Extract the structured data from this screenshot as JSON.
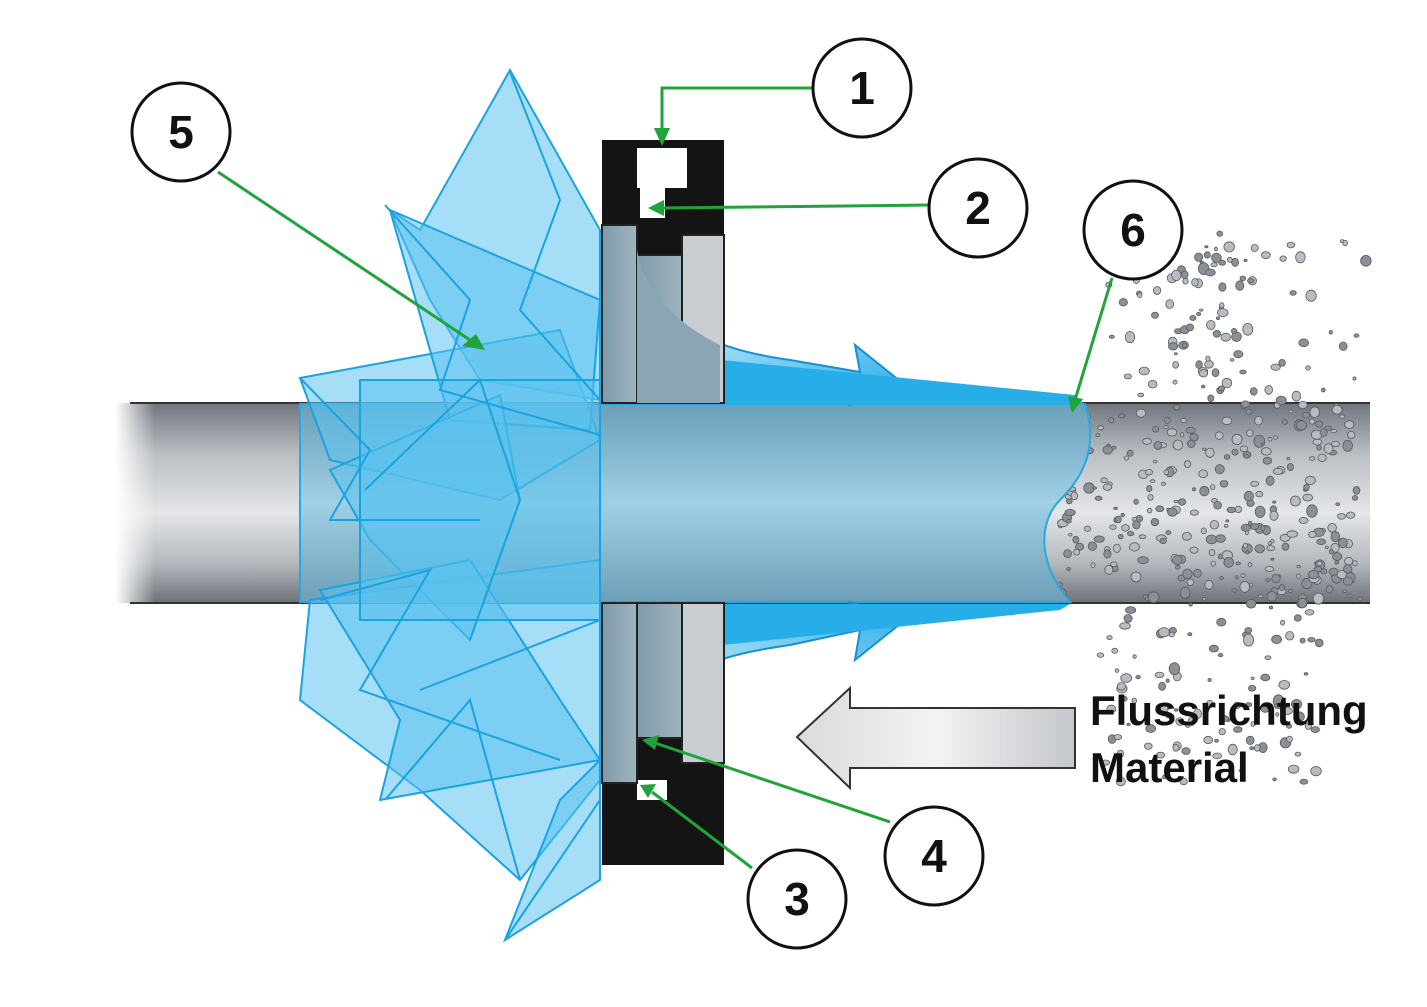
{
  "callouts": [
    {
      "id": "1",
      "label": "1"
    },
    {
      "id": "2",
      "label": "2"
    },
    {
      "id": "3",
      "label": "3"
    },
    {
      "id": "4",
      "label": "4"
    },
    {
      "id": "5",
      "label": "5"
    },
    {
      "id": "6",
      "label": "6"
    }
  ],
  "flow": {
    "line1": "Flussrichtung",
    "line2": "Material"
  },
  "colors": {
    "spray": "#5bc3ee",
    "spray_dark": "#1aa3e0",
    "pipe": "#a7adb3",
    "leader": "#1fa33a",
    "housing": "#141414"
  }
}
